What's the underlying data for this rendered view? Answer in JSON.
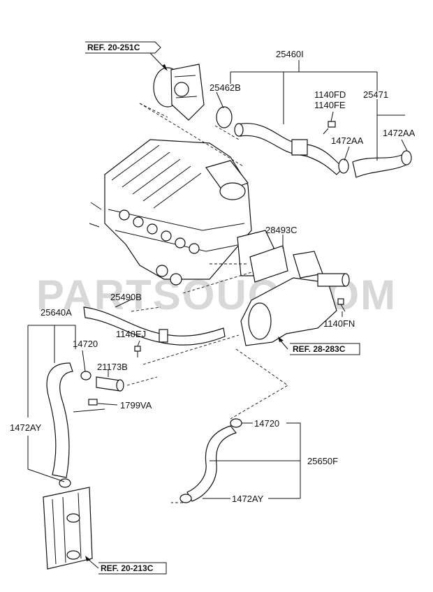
{
  "watermark": "PARTSOUQ.COM",
  "references": {
    "ref1": "REF. 20-251C",
    "ref2": "REF. 28-283C",
    "ref3": "REF. 20-213C"
  },
  "labels": {
    "p25460I": "25460I",
    "p25462B": "25462B",
    "p1140FD": "1140FD",
    "p1140FE": "1140FE",
    "p25471": "25471",
    "p1472AA_a": "1472AA",
    "p1472AA_b": "1472AA",
    "p28493C": "28493C",
    "p25490B": "25490B",
    "p1140FN": "1140FN",
    "p25640A": "25640A",
    "p14720_a": "14720",
    "p1140EJ": "1140EJ",
    "p21173B": "21173B",
    "p1799VA": "1799VA",
    "p1472AY_a": "1472AY",
    "p14720_b": "14720",
    "p25650F": "25650F",
    "p1472AY_b": "1472AY"
  }
}
